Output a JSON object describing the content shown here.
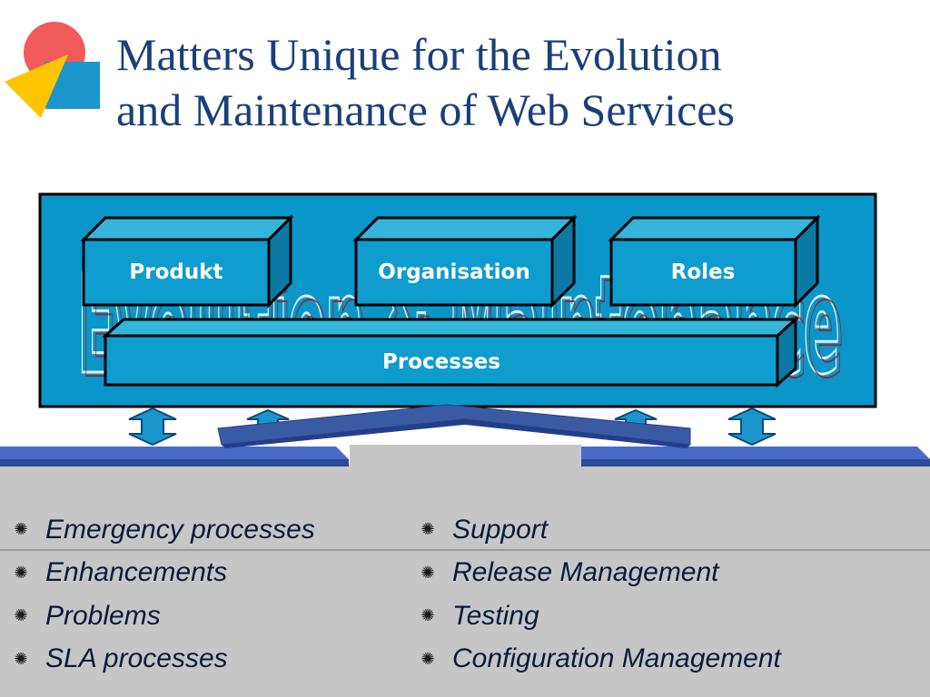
{
  "title": {
    "line1": "Matters Unique for the Evolution",
    "line2": "and Maintenance of Web Services"
  },
  "diagram": {
    "boxes": [
      "Produkt",
      "Organisation",
      "Roles"
    ],
    "base_label": "Processes",
    "background_watermark": "Evolution & Maintenance"
  },
  "lists": {
    "left": [
      "Emergency processes",
      "Enhancements",
      "Problems",
      "SLA processes"
    ],
    "right": [
      "Support",
      "Release Management",
      "Testing",
      "Configuration Management"
    ]
  },
  "colors": {
    "title": "#1a3f7a",
    "panel": "#0a96c8",
    "box": "#0f9ccf",
    "roof": "#3a5aa4",
    "footer": "#c6c6c6"
  },
  "icons": {
    "bullet": "asterisk-bullet",
    "logo": "shapes-logo"
  }
}
